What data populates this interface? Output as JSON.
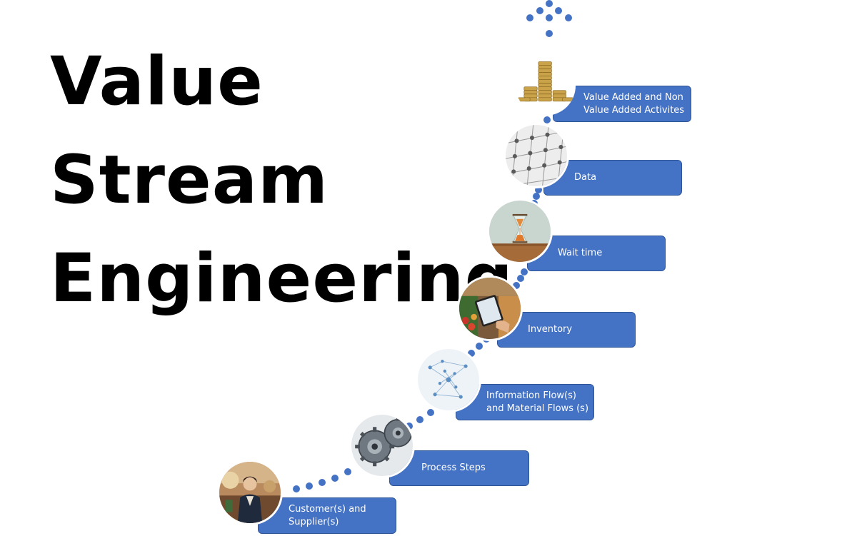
{
  "title": {
    "line1": "Value",
    "line2": "Stream",
    "line3": "Engineering"
  },
  "accent_color": "#4472c4",
  "steps": [
    {
      "label": "Customer(s) and\nSupplier(s)",
      "icon": "customer-photo-icon"
    },
    {
      "label": "Process Steps",
      "icon": "gears-photo-icon"
    },
    {
      "label": "Information Flow(s)\nand Material Flows (s)",
      "icon": "network-nodes-photo-icon"
    },
    {
      "label": "Inventory",
      "icon": "tablet-inventory-photo-icon"
    },
    {
      "label": "Wait time",
      "icon": "hourglass-photo-icon"
    },
    {
      "label": "Data",
      "icon": "data-grid-photo-icon"
    },
    {
      "label": "Value Added and Non\nValue Added Activites",
      "icon": "coins-photo-icon"
    }
  ]
}
